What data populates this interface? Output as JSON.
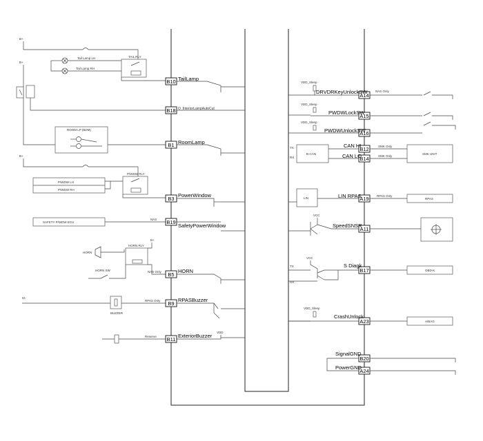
{
  "supply": {
    "bplus": "B+"
  },
  "pins": {
    "b10": "B10",
    "b18": "B18",
    "b1": "B1",
    "b3": "B3",
    "b19": "B19",
    "b5": "B5",
    "b9": "B9",
    "b11": "B11",
    "a14": "A14",
    "a15": "A15",
    "a16": "A16",
    "b12": "B12",
    "b14": "B14",
    "a19": "A19",
    "a11": "A11",
    "b17": "B17",
    "a23": "A23",
    "b20": "B20",
    "a24": "A24"
  },
  "signals": {
    "taillamp": "TailLamp",
    "interior": "O_InteriorLampAutoCut",
    "roomlamp": "RoomLamp",
    "powerwindow": "PowerWindow",
    "safetypw": "SafetyPowerWindow",
    "horn": "HORN",
    "rpasbuzzer": "RPASBuzzer",
    "extbuzzer": "ExteriorBuzzer",
    "drvkey": "DRVDRKeyUnlockSW",
    "pwdw": "PWDWLockSW",
    "pwdwun": "PWDWUnlockSW",
    "canhi": "CAN HI",
    "canlo": "CAN LO",
    "linrpas": "LIN RPAS",
    "speed": "SpeedSNSR",
    "sdiag": "S Diagk",
    "crash": "CrashUnlock",
    "signalgnd": "SignalGND",
    "powergnd": "PowerGND"
  },
  "components": {
    "tail_relay": "TAIL RLY",
    "tail_lh": "Tail Lamp LH",
    "tail_rh": "Tail Lamp RH",
    "room_lp": "ROOM LP (BDM)",
    "pwdw_relay": "P/WDW RLY",
    "pwdw_lh": "P/WDW LH",
    "pwdw_rh": "P/WDW RH",
    "safety_ecu": "SAFETY P/WDW ECU",
    "horn_relay": "HORN RLY",
    "horn": "HORN",
    "horn_sw": "HORN SW",
    "buzzer": "BUZZER",
    "bcan": "B-CAN",
    "lin": "LIN",
    "smk_unit": "SMK UNIT",
    "rpas": "RPAS",
    "obd": "OBD-K",
    "airbag": "A/BAG"
  },
  "notes": {
    "vdd_sleep": "VDD_Sleep",
    "vcc": "VCC",
    "vdd": "VDD",
    "tx": "TX",
    "rx": "RX",
    "nas": "NAS",
    "nas_only": "NAS Only",
    "rpas_only": "RPAS Only",
    "smk_only": "SMK Only",
    "reserve": "Reserve",
    "ig": "IG"
  }
}
